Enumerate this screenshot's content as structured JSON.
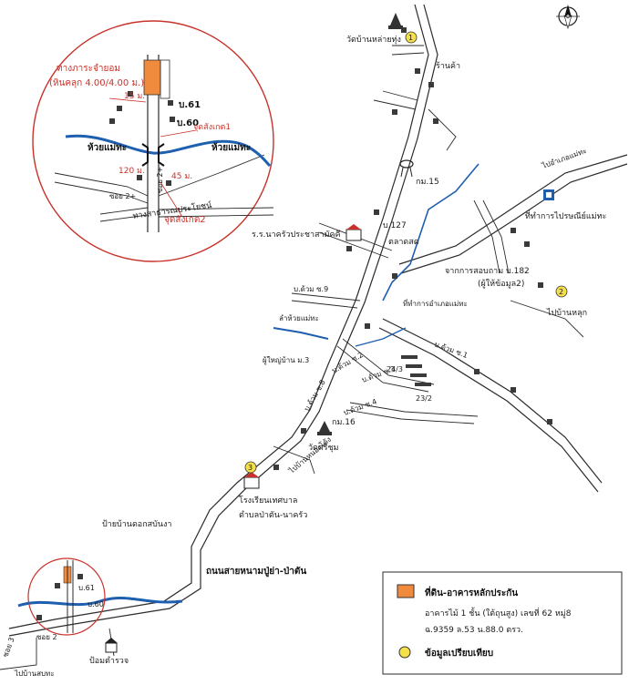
{
  "colors": {
    "river": "#1f5fb0",
    "circle": "#c8322a",
    "collateral": "#f08a3c",
    "marker": "#f4e04a",
    "road": "#2b2b2b"
  },
  "icons": [
    "north-arrow-icon",
    "temple-icon",
    "school-icon",
    "police-box-icon",
    "water-tower-icon",
    "post-office-icon"
  ],
  "inset": {
    "right_of_way": "ทางภาระจำยอม",
    "right_of_way_surface": "(หินคลุก 4.00/4.00 ม.)",
    "dist_15": "15 ม.",
    "house_61": "บ.61",
    "house_60": "บ.60",
    "obs_point_1": "จุดสังเกต1",
    "creek_left": "ห้วยแม่ทะ",
    "creek_right": "ห้วยแม่ทะ",
    "dist_120": "120 ม.",
    "dist_45": "45 ม.",
    "soi_2a": "ซอย 2+",
    "soi_2b": "ซอย 2+",
    "road_name": "ทางสาธารณประโยชน์",
    "obs_point_2": "จุดสังเกต2"
  },
  "labels": {
    "temple_top": "วัดบ้านหล่ายทุ่ง",
    "shop": "ร้านค้า",
    "km15": "กม.15",
    "to_mae_tha": "ไปอำเภอแม่ทะ",
    "post_office": "ที่ทำการไปรษณีย์แม่ทะ",
    "house_127": "บ.127",
    "school_nakhua": "ร.ร.นาครัวประชาสามัคคี",
    "rice_mill": "ตลาดสด",
    "survey_from": "จากการสอบถาม บ.182",
    "informant": "(ผู้ให้ข้อมูล2)",
    "district_office": "ที่ทำการอำเภอแม่ทะ",
    "to_ban_hok": "ไปบ้านหลุก",
    "soi_9": "บ.ด้วม ซ.9",
    "creek_mae_tha": "ลำห้วยแม่ทะ",
    "village_head": "ผู้ใหญ่บ้าน ม.3",
    "soi_2": "บ.ด้วม ซ.2",
    "soi_3": "บ.ด้วม ซ.3",
    "soi_4": "บ.ด้วม ซ.4",
    "soi_1": "บ.ด้วม ซ.1",
    "soi_8": "บ.ด้วม ซ.8",
    "no_24_3": "24/3",
    "no_23_2": "23/2",
    "km16": "กม.16",
    "temple_sri_chum": "วัดศรีชุม",
    "to_ban_hong": "ไปบ้านหนองโค้ง",
    "school_tessaban": "โรงเรียนเทศบาล",
    "subdistrict": "ตำบลป่าตัน-นาครัว",
    "sign_dok": "ป้ายบ้านดอกสบันงา",
    "highway_name": "ถนนสายหนามปู่ย่า-ป่าตัน",
    "to_ban_sop_tha": "ไปบ้านสบทะ",
    "police_box": "ป้อมตำรวจ",
    "mini_house_61": "บ.61",
    "mini_house_60": "บ.60",
    "mini_soi_2": "ซอย 2",
    "mini_soi_3": "ซอย 3"
  },
  "highway_road": "ถนนสายหนามปู่ย่า-ป่าตัน",
  "markers": [
    "1",
    "2",
    "3"
  ],
  "legend": {
    "collateral_title": "ที่ดิน-อาคารหลักประกัน",
    "collateral_desc_1": "อาคารไม้ 1 ชั้น (ใต้ถุนสูง)  เลขที่ 62 หมู่8",
    "collateral_desc_2": "ฉ.9359  ล.53  น.88.0 ตรว.",
    "marker_title": "ข้อมูลเปรียบเทียบ"
  }
}
